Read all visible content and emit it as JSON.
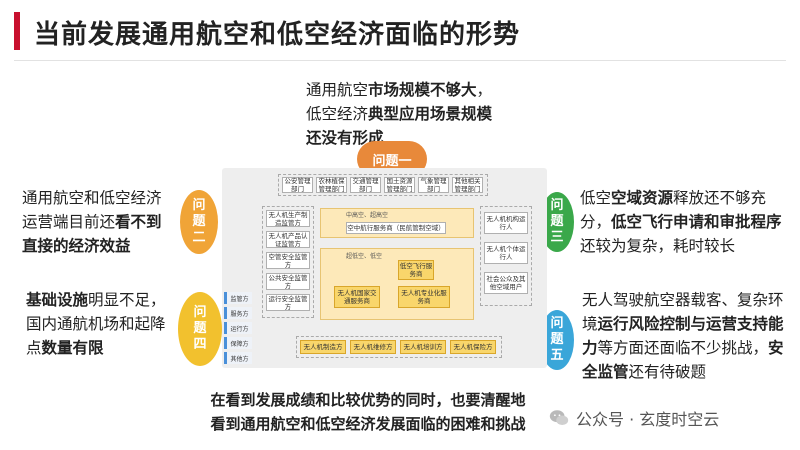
{
  "title": "当前发展通用航空和低空经济面临的形势",
  "issues": [
    {
      "badge": "问题一",
      "parts": [
        [
          "通用航空",
          false
        ],
        [
          "市场规模不够大",
          true
        ],
        [
          "，",
          false
        ],
        [
          "低空经济",
          false
        ],
        [
          "典型应用场景规",
          true
        ],
        [
          "模还没有形成",
          true
        ]
      ]
    },
    {
      "badge": "问题二",
      "parts": [
        [
          "通用航空和低空经济运营端目前还",
          false
        ],
        [
          "看不到直接的经济效益",
          true
        ]
      ]
    },
    {
      "badge": "问题三",
      "parts": [
        [
          "低空",
          false
        ],
        [
          "空域资源",
          true
        ],
        [
          "释放还不够充分，",
          false
        ],
        [
          "低空飞行申请和审批程序",
          true
        ],
        [
          "还较为复杂，耗时较长",
          false
        ]
      ]
    },
    {
      "badge": "问题四",
      "parts": [
        [
          "基础设施",
          true
        ],
        [
          "明显不足，国内通航机场和起降点",
          false
        ],
        [
          "数量有限",
          true
        ]
      ]
    },
    {
      "badge": "问题五",
      "parts": [
        [
          "无人驾驶航空器载客、复杂环境",
          false
        ],
        [
          "运行风险控制与运营支持能力",
          true
        ],
        [
          "等方面还面临不少挑战，",
          false
        ],
        [
          "安全监管",
          true
        ],
        [
          "还有待破题",
          false
        ]
      ]
    }
  ],
  "diagram": {
    "top_row": [
      "公安管理部门",
      "农林植保管理部门",
      "交通管理部门",
      "国土资源管理部门",
      "气象管理部门",
      "其他相关管理部门"
    ],
    "left_col": [
      "无人机生产制造监管方",
      "无人机产品认证监管方",
      "空管安全监管方",
      "公共安全监管方",
      "运行安全监管方"
    ],
    "right_col": [
      "无人机机构运行人",
      "无人机个体运行人",
      "社会公众及其他空域用户"
    ],
    "zone_top_label": "中高空、超高空",
    "zone_top_box": "空中航行服务商（民航管制空域）",
    "zone_mid_label": "超低空、低空",
    "zone_mid_boxes": [
      "低空飞行服务商",
      "无人机国家交通服务商",
      "无人机专业化服务商"
    ],
    "bottom_row": [
      "无人机制造方",
      "无人机维修方",
      "无人机培训方",
      "无人机保险方"
    ],
    "side_items": [
      "监管方",
      "服务方",
      "运行方",
      "保障方",
      "其他方"
    ]
  },
  "conclusion_line1": "在看到发展成绩和比较优势的同时，也要清醒地",
  "conclusion_line2": "看到通用航空和低空经济发展面临的困难和挑战",
  "watermark": "公众号 · 玄度时空云",
  "colors": {
    "accent_red": "#c8102e",
    "issue1": "#e8893a",
    "issue2": "#f0a437",
    "issue3": "#3aa84a",
    "issue4": "#f2c12e",
    "issue5": "#3aa6d9"
  }
}
